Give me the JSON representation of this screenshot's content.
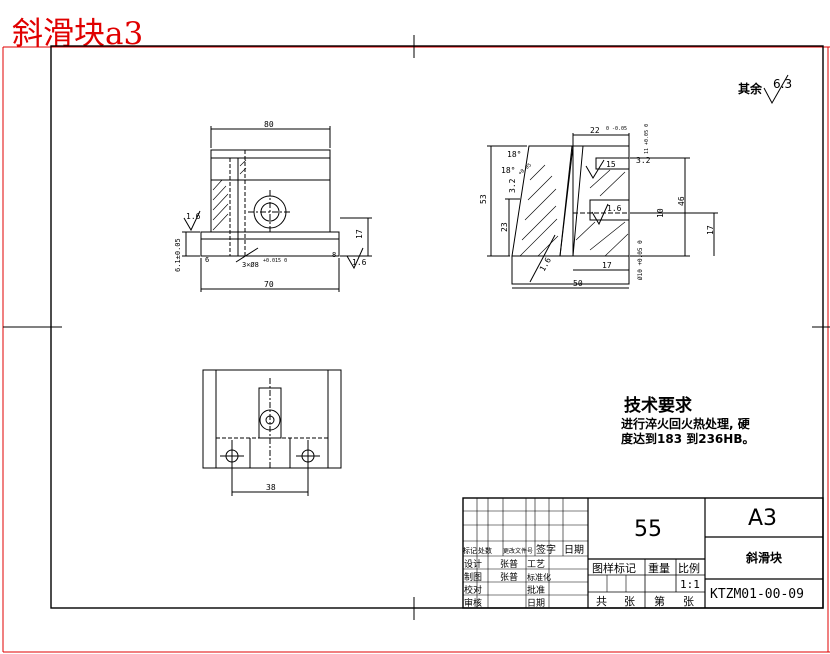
{
  "sheet": {
    "title": "斜滑块a3",
    "title_color": "#e00000",
    "border_color": "#000000",
    "frame_color": "#e00000"
  },
  "surface_note": {
    "label": "其余",
    "roughness": "6.3"
  },
  "front_view": {
    "dims": {
      "top_width": "80",
      "overall_width": "70",
      "thread": "3×Ø8",
      "thread_tol": "+0.015 0",
      "height_right": "17",
      "left_height": "6.1±0.05",
      "left_small": "6",
      "right_small": "8",
      "rough_left": "1.6",
      "rough_right": "1.6"
    }
  },
  "side_view": {
    "dims": {
      "top": "22",
      "top_tol": "0 -0.05",
      "top_right_tol": "11 +0.05 0",
      "angle1": "18°",
      "angle2": "18°",
      "angle_tol": "+0.05",
      "height_total": "53",
      "height_inner": "23",
      "slot_15": "15",
      "rough_32": "3.2",
      "rough_16": "1.6",
      "rough_32b": "3.2",
      "rough_16b": "1.6",
      "dim_10": "10",
      "dim_46": "46",
      "dim_17": "17",
      "dim_17b": "17",
      "bottom_50": "50",
      "bottom_tol": "Ø10 +0.05 0"
    }
  },
  "top_view": {
    "dims": {
      "hole_spacing": "38"
    }
  },
  "tech_req": {
    "title": "技术要求",
    "line1": "进行淬火回火热处理, 硬",
    "line2": "度达到183 到236HB。"
  },
  "title_block": {
    "mass_value": "55",
    "paper_size": "A3",
    "part_name": "斜滑块",
    "drawing_no": "KTZM01-00-09",
    "scale": "1:1",
    "header_cells": [
      "标记",
      "处数",
      "更改文件号",
      "签字",
      "日期"
    ],
    "row_labels": [
      "设计",
      "制图",
      "校对",
      "审核"
    ],
    "role_labels": [
      "工艺",
      "标准化",
      "批准",
      "日期"
    ],
    "signers": [
      "张普",
      "张普"
    ],
    "mark_label": "图样标记",
    "weight_label": "重量",
    "scale_label": "比例",
    "sheet_total": "共",
    "sheet_unit": "张",
    "sheet_current": "第",
    "sheet_unit2": "张"
  }
}
